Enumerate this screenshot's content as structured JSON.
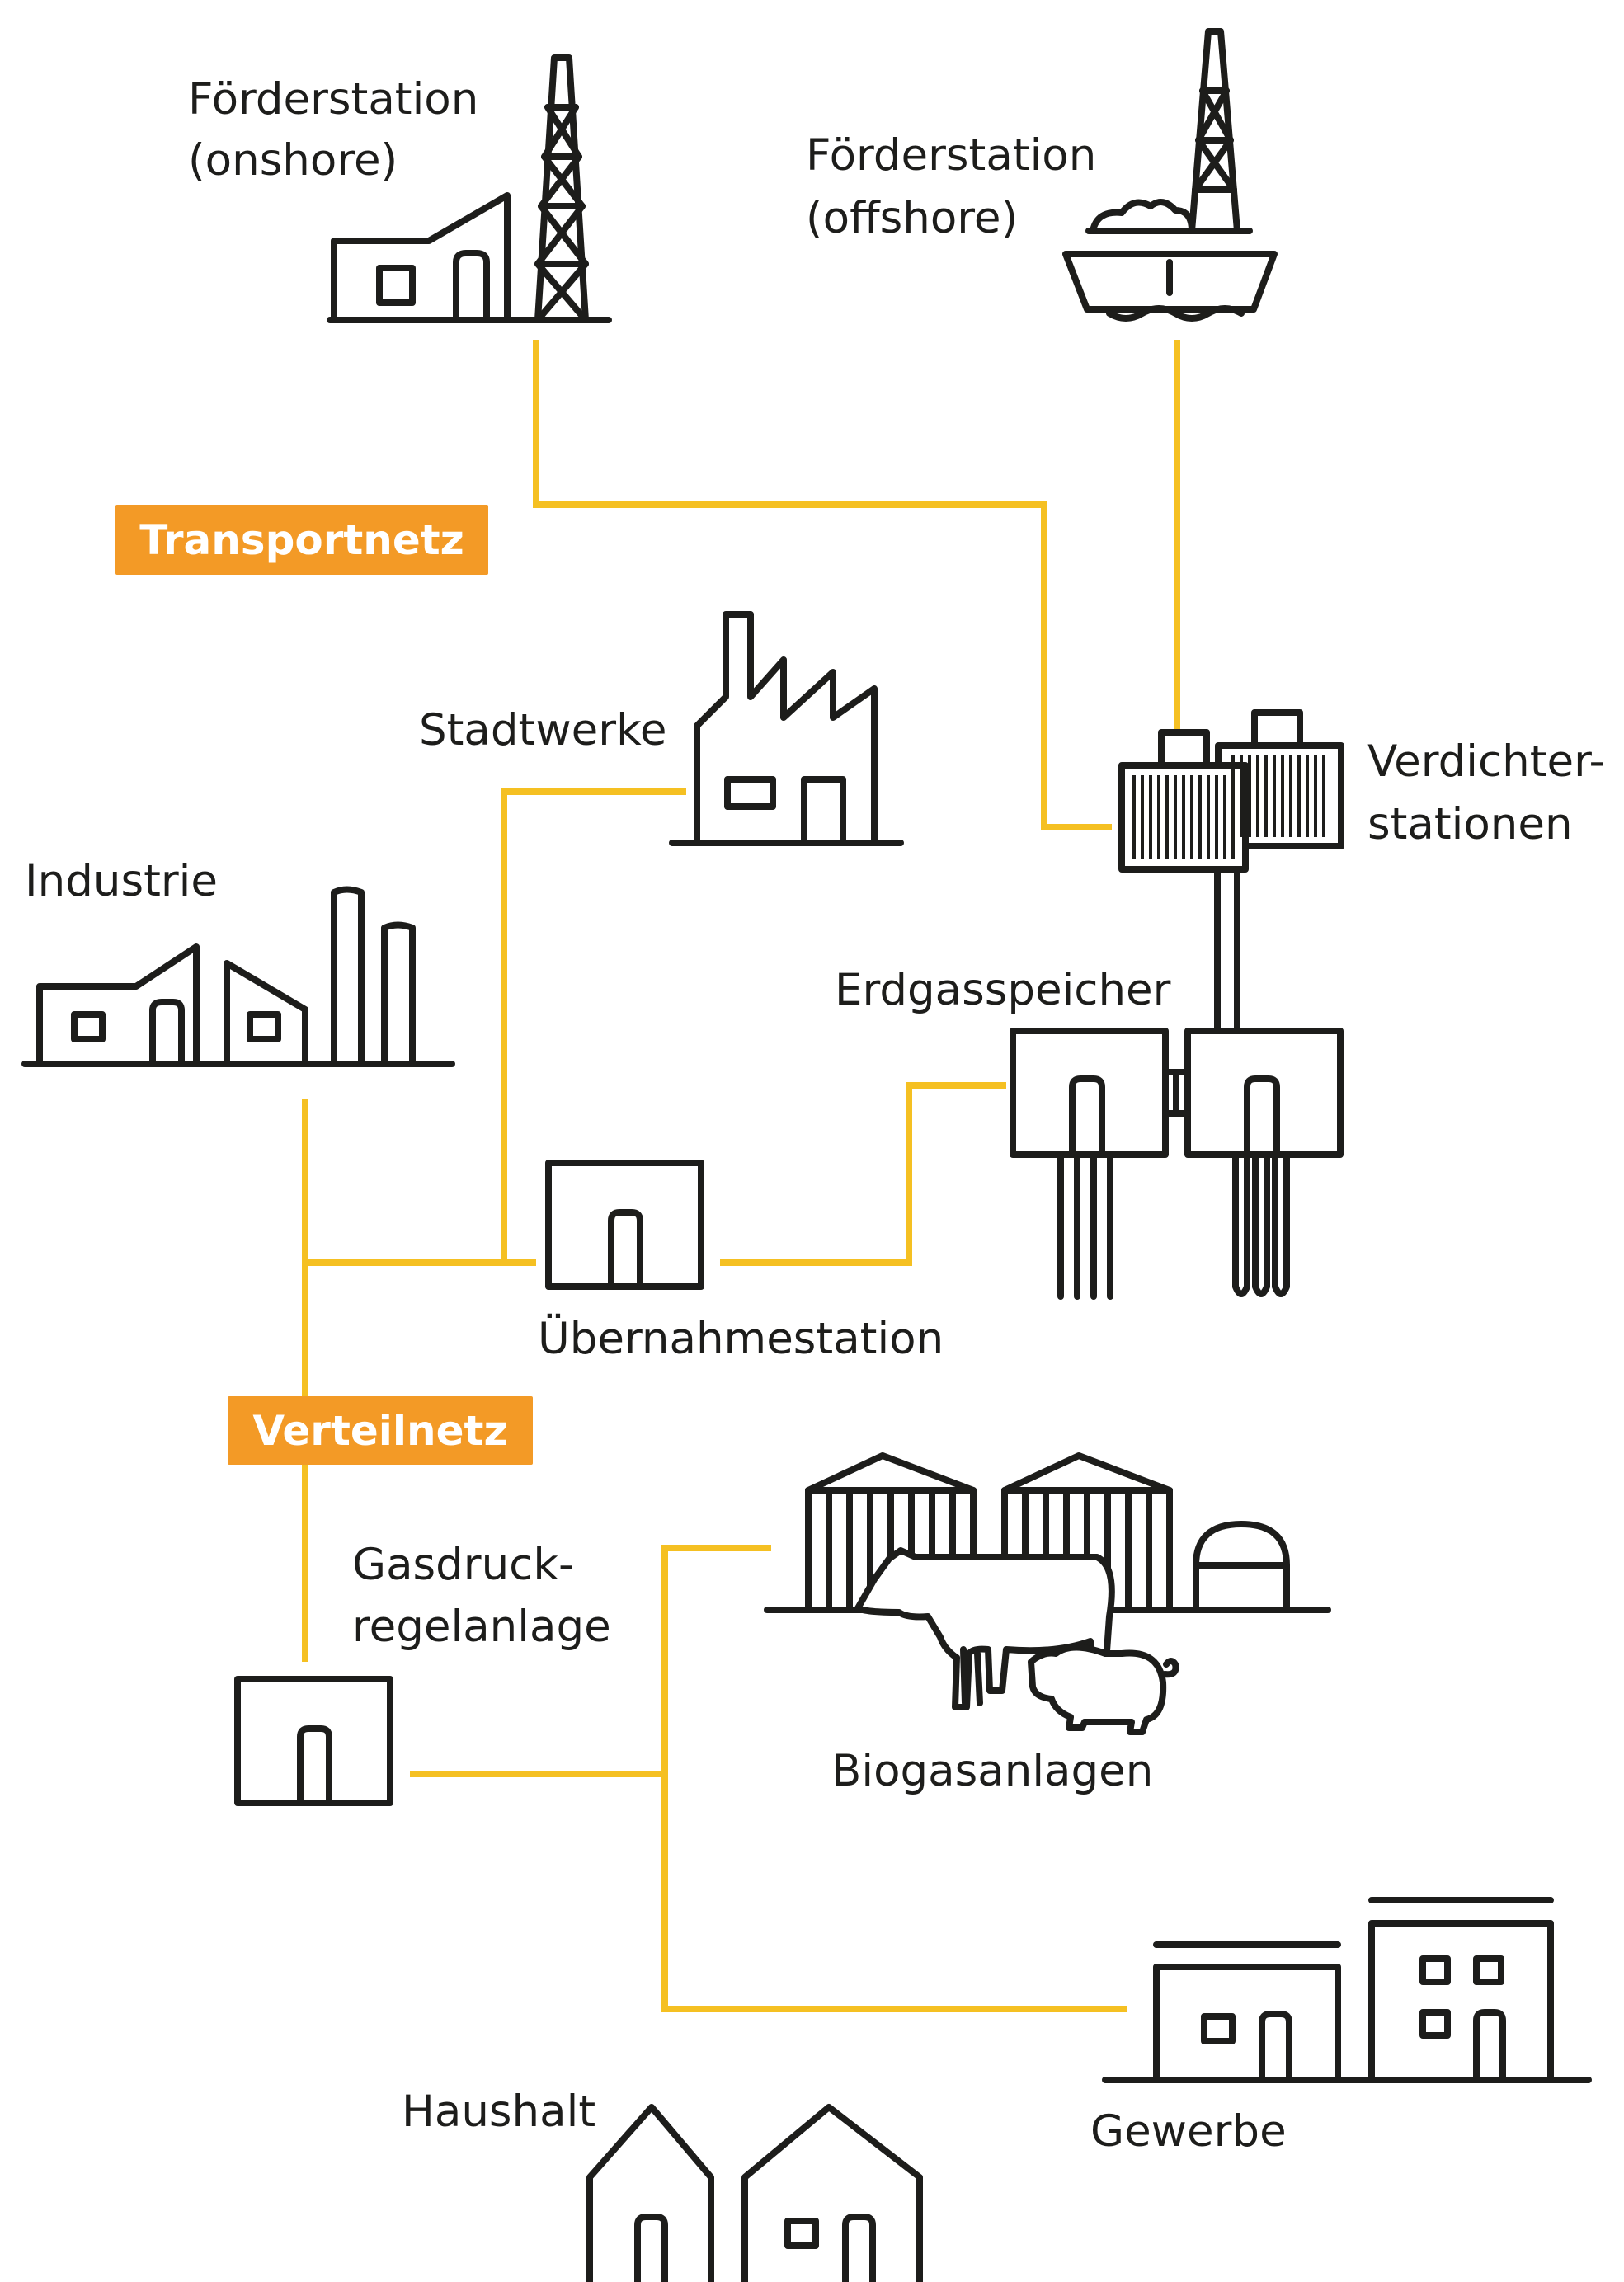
{
  "colors": {
    "pipe": "#f5c022",
    "badge": "#f39a26",
    "ink": "#1d1d1b"
  },
  "networks": {
    "transport": "Transportnetz",
    "distribution": "Verteilnetz"
  },
  "nodes": {
    "onshore": {
      "line1": "Förderstation",
      "line2": "(onshore)",
      "icon": "oil-derrick-icon"
    },
    "offshore": {
      "line1": "Förderstation",
      "line2": "(offshore)",
      "icon": "offshore-platform-icon"
    },
    "stadtwerke": {
      "label": "Stadtwerke",
      "icon": "factory-icon"
    },
    "verdichter": {
      "line1": "Verdichter-",
      "line2": "stationen",
      "icon": "compressor-icon"
    },
    "industrie": {
      "label": "Industrie",
      "icon": "industry-icon"
    },
    "speicher": {
      "label": "Erdgasspeicher",
      "icon": "gas-storage-icon"
    },
    "uebernahme": {
      "label": "Übernahmestation",
      "icon": "station-icon"
    },
    "gasdruck": {
      "line1": "Gasdruck-",
      "line2": "regelanlage",
      "icon": "pressure-regulator-icon"
    },
    "biogas": {
      "label": "Biogasanlagen",
      "icon": "biogas-plant-icon"
    },
    "gewerbe": {
      "label": "Gewerbe",
      "icon": "commercial-building-icon"
    },
    "haushalt": {
      "label": "Haushalt",
      "icon": "house-icon"
    }
  }
}
